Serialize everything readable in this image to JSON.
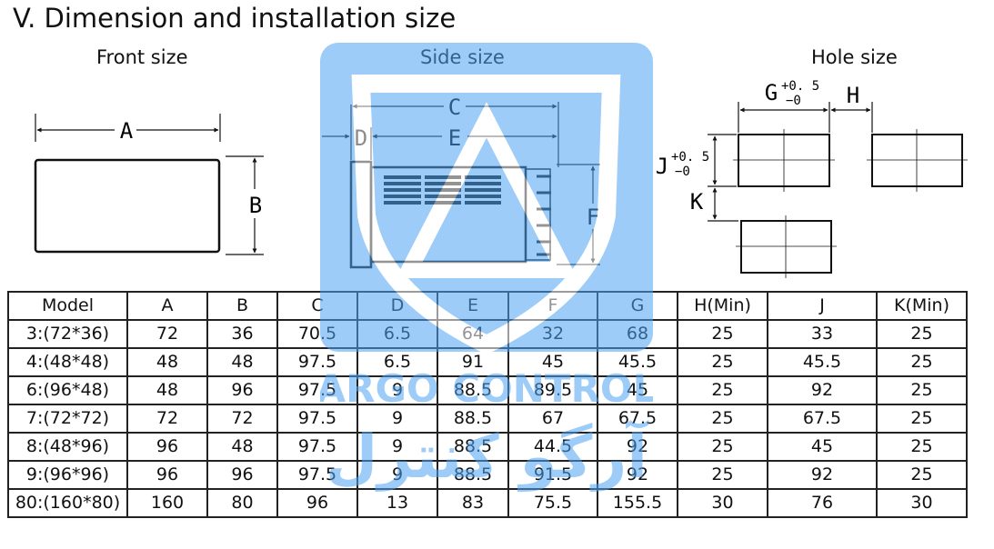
{
  "title": "V. Dimension and installation size",
  "sections": {
    "front": "Front size",
    "side": "Side size",
    "hole": "Hole size"
  },
  "letters": {
    "a": "A",
    "b": "B",
    "c": "C",
    "d": "D",
    "e": "E",
    "f": "F",
    "g": "G",
    "h": "H",
    "j": "J",
    "k": "K"
  },
  "tolerance": {
    "plus": "+0. 5",
    "minus": "−0"
  },
  "watermark": {
    "latin": "ARGO CONTROL",
    "persian": "آرگو کنترل"
  },
  "table": {
    "headers": [
      "Model",
      "A",
      "B",
      "C",
      "D",
      "E",
      "F",
      "G",
      "H(Min)",
      "J",
      "K(Min)"
    ],
    "rows": [
      [
        "3:(72*36)",
        "72",
        "36",
        "70.5",
        "6.5",
        "64",
        "32",
        "68",
        "25",
        "33",
        "25"
      ],
      [
        "4:(48*48)",
        "48",
        "48",
        "97.5",
        "6.5",
        "91",
        "45",
        "45.5",
        "25",
        "45.5",
        "25"
      ],
      [
        "6:(96*48)",
        "48",
        "96",
        "97.5",
        "9",
        "88.5",
        "89.5",
        "45",
        "25",
        "92",
        "25"
      ],
      [
        "7:(72*72)",
        "72",
        "72",
        "97.5",
        "9",
        "88.5",
        "67",
        "67.5",
        "25",
        "67.5",
        "25"
      ],
      [
        "8:(48*96)",
        "96",
        "48",
        "97.5",
        "9",
        "88.5",
        "44.5",
        "92",
        "25",
        "45",
        "25"
      ],
      [
        "9:(96*96)",
        "96",
        "96",
        "97.5",
        "9",
        "88.5",
        "91.5",
        "92",
        "25",
        "92",
        "25"
      ],
      [
        "80:(160*80)",
        "160",
        "80",
        "96",
        "13",
        "83",
        "75.5",
        "155.5",
        "30",
        "76",
        "30"
      ]
    ]
  },
  "colors": {
    "watermark": "#4da3f2",
    "line": "#111111"
  }
}
